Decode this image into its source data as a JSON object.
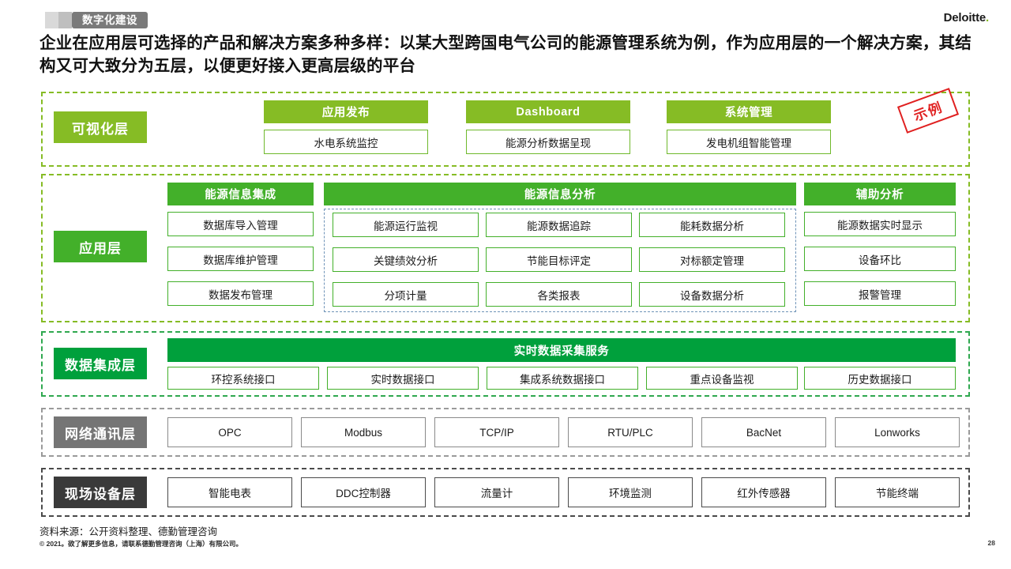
{
  "header": {
    "tag_label": "数字化建设",
    "logo_text": "Deloitte",
    "logo_dot": "."
  },
  "headline": "企业在应用层可选择的产品和解决方案多种多样：以某大型跨国电气公司的能源管理系统为例，作为应用层的一个解决方案，其结构又可大致分为五层，以便更好接入更高层级的平台",
  "stamp": {
    "label": "示例",
    "color": "#e02020"
  },
  "colors": {
    "deloitte_green": "#86bc25",
    "app_green": "#43b02a",
    "data_green": "#00a03c",
    "network_gray": "#757575",
    "device_dark": "#3a3a3a",
    "subdash_blue": "#6f93b8"
  },
  "layers": [
    {
      "id": "visualization",
      "label": "可视化层",
      "label_color": "#86bc25",
      "frame_color": "#86bc25",
      "groups": [
        {
          "title": "应用发布",
          "title_color": "#86bc25",
          "items": [
            "水电系统监控"
          ]
        },
        {
          "title": "Dashboard",
          "title_color": "#86bc25",
          "items": [
            "能源分析数据呈现"
          ]
        },
        {
          "title": "系统管理",
          "title_color": "#86bc25",
          "items": [
            "发电机组智能管理"
          ]
        }
      ]
    },
    {
      "id": "application",
      "label": "应用层",
      "label_color": "#43b02a",
      "frame_color": "#86bc25",
      "groups": [
        {
          "title": "能源信息集成",
          "title_color": "#43b02a",
          "items": [
            "数据库导入管理",
            "数据库维护管理",
            "数据发布管理"
          ]
        },
        {
          "title": "能源信息分析",
          "title_color": "#43b02a",
          "dashed_sub": true,
          "items": [
            "能源运行监视",
            "能源数据追踪",
            "能耗数据分析",
            "关键绩效分析",
            "节能目标评定",
            "对标额定管理",
            "分项计量",
            "各类报表",
            "设备数据分析"
          ]
        },
        {
          "title": "辅助分析",
          "title_color": "#43b02a",
          "items": [
            "能源数据实时显示",
            "设备环比",
            "报警管理"
          ]
        }
      ]
    },
    {
      "id": "data-integration",
      "label": "数据集成层",
      "label_color": "#00a03c",
      "frame_color": "#2fa84f",
      "groups": [
        {
          "title": "实时数据采集服务",
          "title_color": "#00a03c",
          "items": [
            "环控系统接口",
            "实时数据接口",
            "集成系统数据接口",
            "重点设备监视",
            "历史数据接口"
          ]
        }
      ]
    },
    {
      "id": "network",
      "label": "网络通讯层",
      "label_color": "#757575",
      "frame_color": "#9a9a9a",
      "groups": [
        {
          "title": "",
          "items": [
            "OPC",
            "Modbus",
            "TCP/IP",
            "RTU/PLC",
            "BacNet",
            "Lonworks"
          ]
        }
      ]
    },
    {
      "id": "field-device",
      "label": "现场设备层",
      "label_color": "#3a3a3a",
      "frame_color": "#4a4a4a",
      "groups": [
        {
          "title": "",
          "items": [
            "智能电表",
            "DDC控制器",
            "流量计",
            "环境监测",
            "红外传感器",
            "节能终端"
          ]
        }
      ]
    }
  ],
  "footer": {
    "source": "资料来源：公开资料整理、德勤管理咨询",
    "copyright": "© 2021。欲了解更多信息，请联系德勤管理咨询（上海）有限公司。",
    "page_number": "28"
  }
}
